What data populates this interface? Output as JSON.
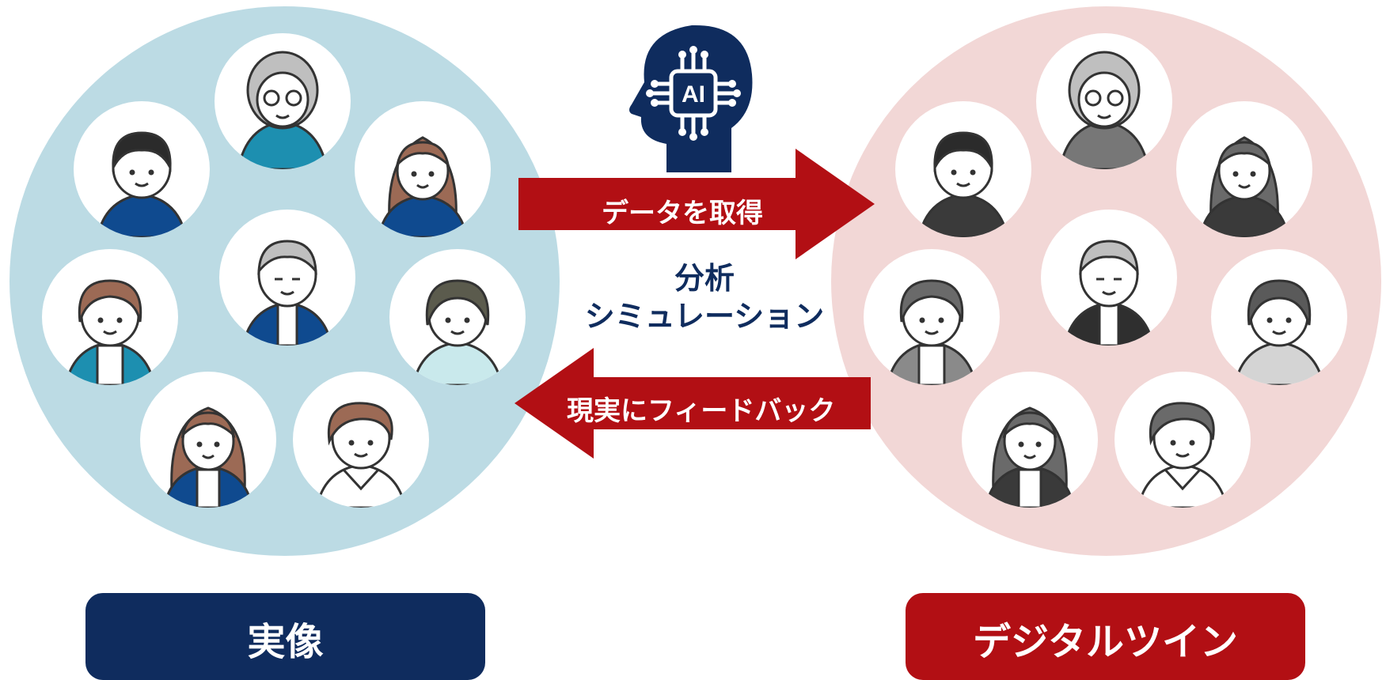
{
  "colors": {
    "real_circle": "#bcdbe4",
    "twin_circle": "#f2d7d6",
    "navy": "#0f2c5e",
    "red": "#b20f14"
  },
  "icons": {
    "ai_head": "ai-head-icon",
    "ai_label": "AI"
  },
  "arrows": {
    "top": "データを取得",
    "bottom": "現実にフィードバック"
  },
  "center": {
    "line1": "分析",
    "line2": "シミュレーション"
  },
  "labels": {
    "real": "実像",
    "twin": "デジタルツイン"
  }
}
